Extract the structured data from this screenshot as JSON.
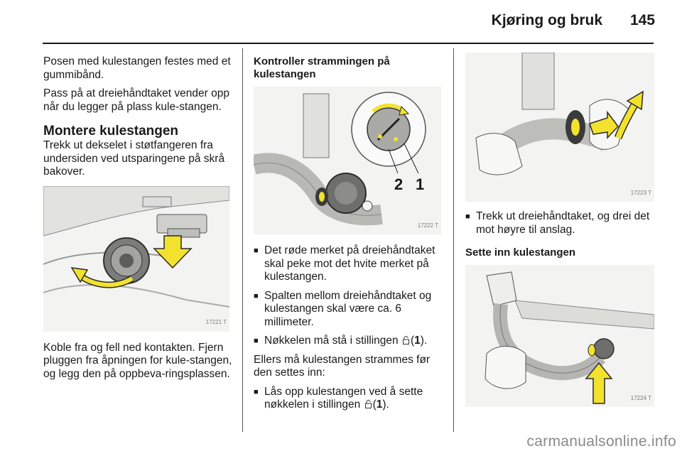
{
  "header": {
    "title": "Kjøring og bruk",
    "page_number": "145"
  },
  "col1": {
    "p1": "Posen med kulestangen festes med et gummibånd.",
    "p2": "Pass på at dreiehåndtaket vender opp når du legger på plass kule-stangen.",
    "heading": "Montere kulestangen",
    "p3": "Trekk ut dekselet i støtfangeren fra undersiden ved utsparingene på skrå bakover.",
    "fig_ref": "17221 T",
    "p4": "Koble fra og fell ned kontakten. Fjern pluggen fra åpningen for kule-stangen, og legg den på oppbeva-ringsplassen."
  },
  "col2": {
    "heading": "Kontroller strammingen på kulestangen",
    "fig_ref": "17222 T",
    "callout_2": "2",
    "callout_1": "1",
    "bullet1": "Det røde merket på dreiehåndtaket skal peke mot det hvite merket på kulestangen.",
    "bullet2": "Spalten mellom dreiehåndtaket og kulestangen skal være ca. 6 millimeter.",
    "bullet3_pre": "Nøkkelen må stå i stillingen",
    "bullet3_num": "1",
    "p_intro": "Ellers må kulestangen strammes før den settes inn:",
    "bullet4_pre": "Lås opp kulestangen ved å sette nøkkelen i stillingen",
    "bullet4_num": "1"
  },
  "col3": {
    "fig1_ref": "17223 T",
    "bullet1": "Trekk ut dreiehåndtaket, og drei det mot høyre til anslag.",
    "heading": "Sette inn kulestangen",
    "fig2_ref": "17224 T"
  },
  "watermark": "carmanualsonline.info",
  "colors": {
    "arrow_yellow": "#f2e22e",
    "arrow_outline": "#2a2a2a",
    "rule": "#1a1a1a"
  }
}
